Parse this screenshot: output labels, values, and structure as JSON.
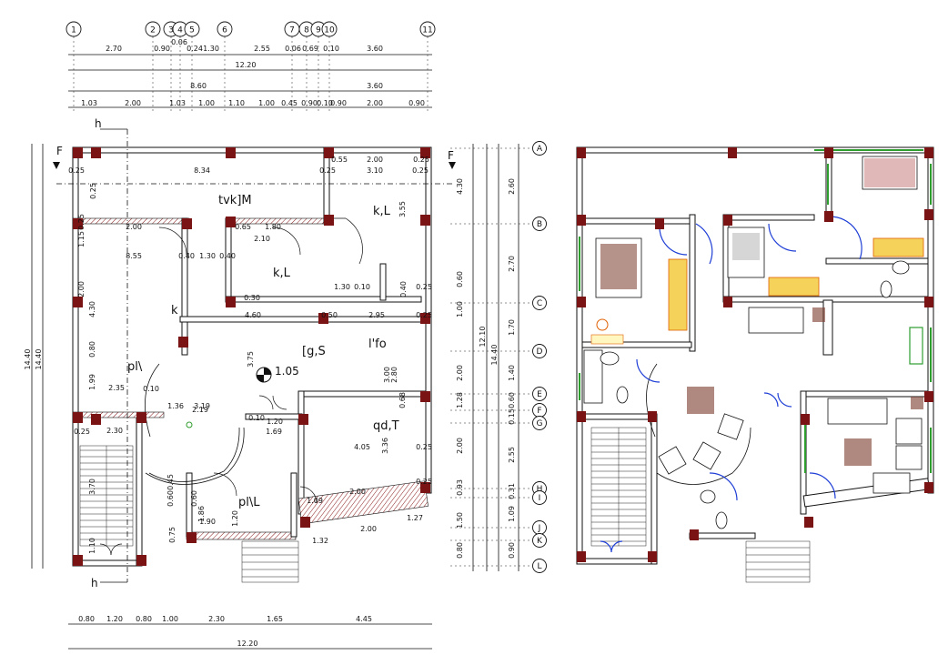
{
  "left_plan": {
    "axes": [
      "1",
      "2",
      "3",
      "4",
      "5",
      "6",
      "7",
      "8",
      "9",
      "10",
      "11"
    ],
    "top_row1": [
      "2.70",
      "0.90",
      "0.06",
      "0.24",
      "1.30",
      "2.55",
      "0.06",
      "0.69",
      "0.10",
      "3.60"
    ],
    "top_row2": "12.20",
    "top_row3": [
      "8.60",
      "3.60"
    ],
    "top_row4": [
      "1.03",
      "2.00",
      "1.03",
      "1.00",
      "1.10",
      "1.00",
      "0.45",
      "0.90",
      "0.10",
      "0.90",
      "2.00",
      "0.90"
    ],
    "bottom_row1": [
      "0.80",
      "1.20",
      "0.80",
      "1.00",
      "2.30",
      "1.65",
      "4.45"
    ],
    "bottom_row2": "12.20",
    "left_total": [
      "14.40",
      "14.40"
    ],
    "room_labels": [
      "tvk]M",
      "k,L",
      "k,L",
      "k",
      "l'fo",
      "[g,S",
      "pl\\",
      "qd,T",
      "pl\\L"
    ],
    "level": "1.05",
    "section_letters": [
      "F",
      "F",
      "h",
      "h"
    ],
    "interior_dims": [
      "0.25",
      "8.34",
      "0.25",
      "3.10",
      "0.25",
      "0.55",
      "2.00",
      "0.25",
      "2.00",
      "0.65",
      "1.80",
      "0.25",
      "2.10",
      "0.25",
      "8.55",
      "0.40",
      "1.30",
      "0.40",
      "4.60",
      "0.50",
      "2.95",
      "0.25",
      "3.75",
      "2.35",
      "0.10",
      "1.36",
      "3.19",
      "1.20",
      "0.10",
      "1.69",
      "4.05",
      "2.30",
      "1.90",
      "1.09",
      "2.00",
      "2.00",
      "1.27",
      "1.32",
      "3.70",
      "0.75",
      "0.60",
      "0.45",
      "0.60",
      "1.86",
      "1.20",
      "3.55",
      "4.30",
      "2.00",
      "1.15",
      "1.99",
      "0.80",
      "1.10",
      "0.25",
      "3.00",
      "3.36",
      "2.80",
      "2.19",
      "0.30",
      "1.30",
      "0.10",
      "0.68",
      "0.25",
      "0.40",
      "0.25",
      "0.25"
    ]
  },
  "right_axes": {
    "letters": [
      "A",
      "B",
      "C",
      "D",
      "E",
      "F",
      "G",
      "H",
      "I",
      "J",
      "K",
      "L"
    ],
    "col1": [
      "4.30",
      "0.60",
      "1.00",
      "2.00",
      "1.28",
      "2.00",
      "0.93",
      "1.50",
      "0.80"
    ],
    "col2": [
      "12.10",
      "14.40"
    ],
    "col3": [
      "2.60",
      "2.70",
      "1.70",
      "1.40",
      "0.60",
      "0.15",
      "2.55",
      "0.31",
      "1.09",
      "0.90"
    ]
  },
  "colors": {
    "column": "#7a1414",
    "door": "#1f3fd6",
    "glass": "#2e9e2e",
    "furniture_wood": "#b8860b",
    "furniture_orange": "#e06000"
  }
}
